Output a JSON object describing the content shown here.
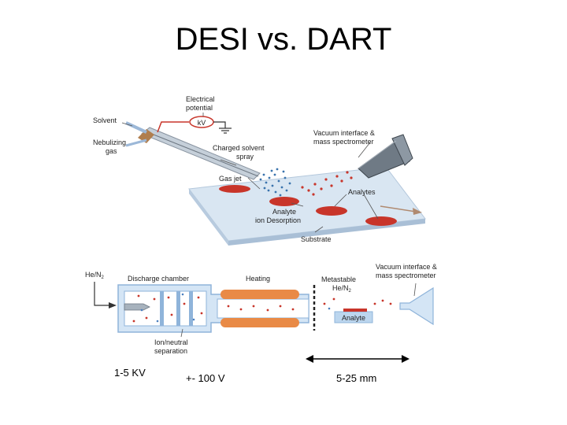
{
  "slide": {
    "title": "DESI vs. DART"
  },
  "desi": {
    "electrical_potential_line1": "Electrical",
    "electrical_potential_line2": "potential",
    "kv": "kV",
    "solvent": "Solvent",
    "nebulizing_line1": "Nebulizing",
    "nebulizing_line2": "gas",
    "charged_spray_line1": "Charged solvent",
    "charged_spray_line2": "spray",
    "gas_jet": "Gas jet",
    "vacuum_line1": "Vacuum interface &",
    "vacuum_line2": "mass spectrometer",
    "analytes": "Analytes",
    "analyte_ion_line1": "Analyte",
    "analyte_ion_line2": "ion Desorption",
    "substrate": "Substrate"
  },
  "dart": {
    "he_n2": "He/N",
    "he_n2_sub": "2",
    "discharge_chamber": "Discharge chamber",
    "heating": "Heating",
    "metastable_line1": "Metastable",
    "metastable_line2": "He/N",
    "metastable_sub": "2",
    "vacuum_line1": "Vacuum interface &",
    "vacuum_line2": "mass spectrometer",
    "analyte": "Analyte",
    "separation_line1": "Ion/neutral",
    "separation_line2": "separation"
  },
  "captions": {
    "voltage_kv": "1-5 KV",
    "voltage_v": "+- 100 V",
    "distance": "5-25 mm"
  },
  "colors": {
    "red": "#c8352a",
    "blue_light": "#bcd6ee",
    "blue_mid": "#8fb4da",
    "slide_blue": "#d6e4f1"
  }
}
